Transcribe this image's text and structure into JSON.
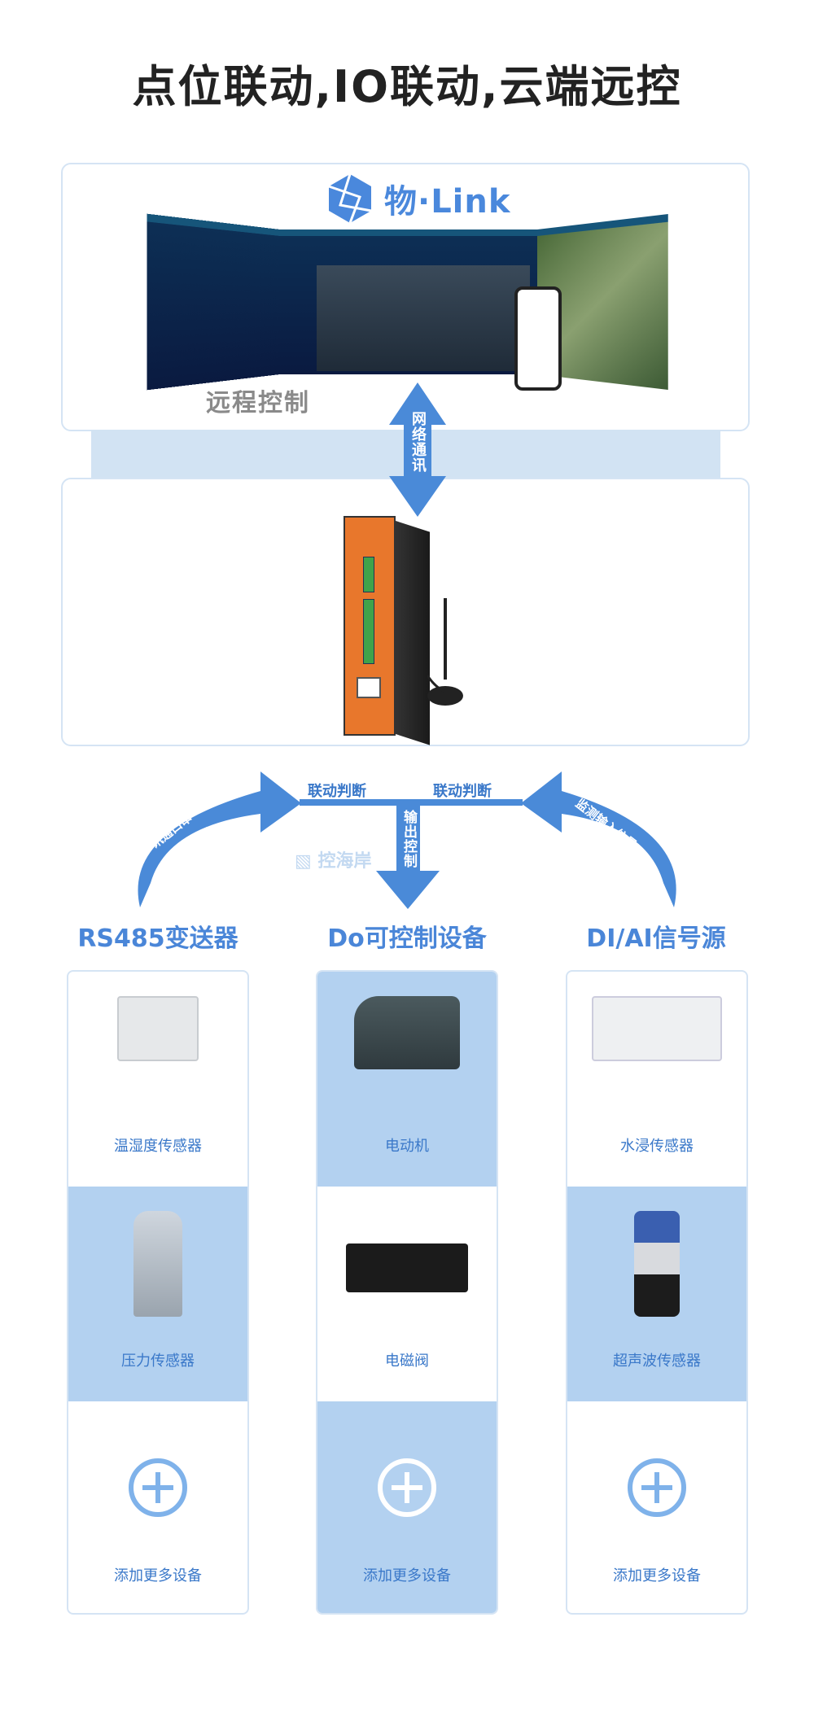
{
  "title": "点位联动,IO联动,云端远控",
  "cloud": {
    "logo_text": "物·Link",
    "remote_label": "远程控制",
    "network_label": "网络通讯"
  },
  "flow": {
    "left_arc": "讯通口串",
    "right_arc": "监测输入信号",
    "bar_left": "联动判断",
    "bar_right": "联动判断",
    "output": "输出控制",
    "watermark": "控海岸"
  },
  "colors": {
    "accent": "#4a8ad8",
    "highlight": "#b3d1f0",
    "panel_border": "#d5e4f4"
  },
  "columns": [
    {
      "header": "RS485变送器",
      "items": [
        {
          "label": "温湿度传感器"
        },
        {
          "label": "压力传感器"
        },
        {
          "label": "添加更多设备"
        }
      ]
    },
    {
      "header": "Do可控制设备",
      "items": [
        {
          "label": "电动机"
        },
        {
          "label": "电磁阀"
        },
        {
          "label": "添加更多设备"
        }
      ]
    },
    {
      "header": "DI/AI信号源",
      "items": [
        {
          "label": "水浸传感器"
        },
        {
          "label": "超声波传感器"
        },
        {
          "label": "添加更多设备"
        }
      ]
    }
  ]
}
